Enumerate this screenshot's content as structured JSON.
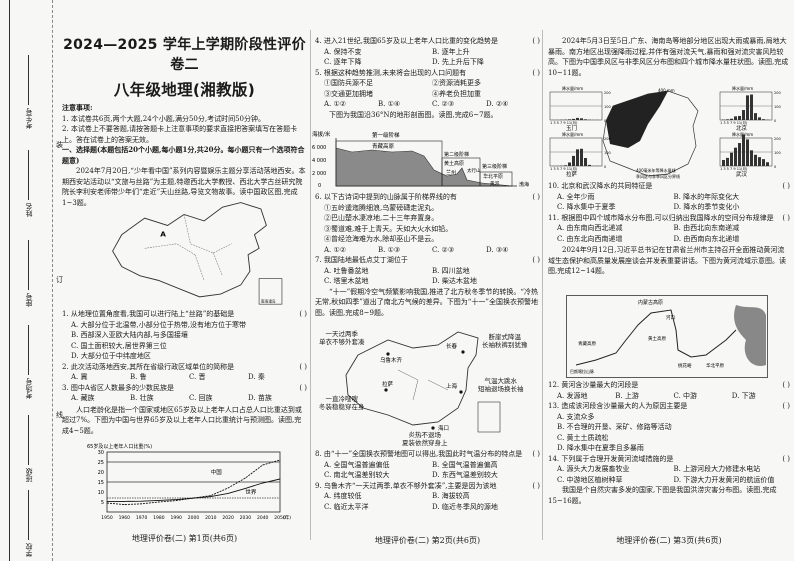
{
  "margin": {
    "fields": [
      "考生号",
      "姓名",
      "座号",
      "考场号",
      "班级",
      "学校"
    ],
    "binding": [
      "装",
      "订",
      "线"
    ]
  },
  "page1": {
    "title": "2024—2025 学年上学期阶段性评价卷二",
    "subtitle": "八年级地理(湘教版)",
    "notice_heading": "注意事项:",
    "notices": [
      "1. 本试卷共6页,两个大题,24个小题,满分50分,考试时间50分钟。",
      "2. 本试卷上不要答题,请按答题卡上注意事项的要求直接把答案填写在答题卡上。答在试卷上的答案无效。"
    ],
    "section": "一、选择题(本题包括20个小题,每小题1分,共20分。每小题只有一个选项符合题意)",
    "passage1": "2024年7月20日,“少年看中国”系列内容暨娱乐主题分享活动落地西安。本期西安站活动以“文旅与丝路”为主题,特邀西北大学教授、西北大学古丝研究院院长李利安老师带少年们“走近”天山丝路,导览文物故事。读中国政区图,完成1~3题。",
    "map_label": "A",
    "inset_label": "南海诸岛",
    "questions": [
      {
        "stem": "1. 从地理位置角度看,我国可以进行陆上“丝路”的基础是",
        "bracket": "(    )",
        "layout": "opts-1",
        "options": [
          "A. 大部分位于北温带,小部分位于热带,没有地方位于寒带",
          "B. 西部深入亚欧大陆内部,与多国接壤",
          "C. 国土面积较大,居世界第三位",
          "D. 大部分位于中纬度地区"
        ]
      },
      {
        "stem": "2. 此次活动落地西安,其所在省级行政区域单位的简称是",
        "bracket": "(    )",
        "layout": "opts-4",
        "options": [
          "A. 冀",
          "B. 鲁",
          "C. 晋",
          "D. 秦"
        ]
      },
      {
        "stem": "3. 图中A省区人数最多的少数民族是",
        "bracket": "(    )",
        "layout": "opts-4",
        "options": [
          "A. 藏族",
          "B. 壮族",
          "C. 回族",
          "D. 苗族"
        ]
      }
    ],
    "passage2": "人口老龄化是指一个国家或地区65岁及以上老年人口占总人口比重达到或超过7%。下图为中国与世界65岁及以上老年人口比重统计与预测图。读图,完成4~5题。",
    "footer": "地理评价卷(二)  第1页(共6页)"
  },
  "chart_data": {
    "type": "line",
    "ylabel": "65岁及以上老年人口比重(%)",
    "xlabel": "(年)",
    "x": [
      1950,
      1960,
      1970,
      1980,
      1990,
      2000,
      2010,
      2020,
      2030,
      2040,
      2050
    ],
    "xlim": [
      1950,
      2050
    ],
    "ylim": [
      0,
      30
    ],
    "yticks": [
      5,
      10,
      15,
      20,
      25,
      30
    ],
    "series": [
      {
        "name": "中国",
        "values": [
          4.5,
          3.7,
          4.1,
          5.0,
          5.7,
          7.0,
          8.2,
          12.0,
          17.0,
          23.5,
          26.0
        ]
      },
      {
        "name": "世界",
        "values": [
          5.2,
          5.3,
          5.4,
          5.8,
          6.2,
          6.9,
          7.7,
          9.3,
          11.8,
          14.5,
          16.5
        ]
      }
    ],
    "reference_lines": [
      7,
      15,
      25
    ]
  },
  "page2": {
    "questions_a": [
      {
        "stem": "4. 进入21世纪,我国65岁及以上老年人口比重的变化趋势是",
        "bracket": "(    )",
        "layout": "opts-2",
        "options": [
          "A. 保持不变",
          "B. 逐年上升",
          "C. 逐年下降",
          "D. 先上升后下降"
        ]
      },
      {
        "stem": "5. 根据这种趋势推测,未来将会出现的人口问题有",
        "bracket": "(    )",
        "layout": "opts-2",
        "options": [
          "①国防兵源不足",
          "②资源消耗更多",
          "③交通更加拥堵",
          "④养老负担加重"
        ]
      }
    ],
    "q5_answers": [
      "A. ①②",
      "B. ①④",
      "C. ②③",
      "D. ②④"
    ],
    "passage1": "下图为我国沿36°N的地形剖面图。读图,完成6~7题。",
    "profile": {
      "yaxis": "海拔/米",
      "yticks": [
        "6 000",
        "4 000",
        "2 000",
        "0"
      ],
      "labels": [
        "第一级阶梯",
        "青藏高原",
        "第二级阶梯",
        "黄土高原",
        "兰州",
        "太行山",
        "第三级阶梯",
        "华北平原",
        "黄河",
        "渤海"
      ]
    },
    "questions_b": [
      {
        "stem": "6. 以下古诗词中提到的山脉属于阶梯界线的有",
        "bracket": "(    )",
        "layout": "opts-1",
        "options": [
          "①五岭逶迤腾细浪,乌蒙磅礴走泥丸。",
          "②巴山楚水凄凉地,二十三年弃置身。",
          "③蜀道难,难于上青天。天如大火水如铅。",
          "④曾经沧海难为水,除却巫山不是云。"
        ]
      }
    ],
    "q6_answers": [
      "A. ①②",
      "B. ①③",
      "C. ②③",
      "D. ③④"
    ],
    "questions_c": [
      {
        "stem": "7. 我国陆地最低点艾丁湖位于",
        "bracket": "(    )",
        "layout": "opts-2",
        "options": [
          "A. 吐鲁番盆地",
          "B. 四川盆地",
          "C. 塔里木盆地",
          "D. 柴达木盆地"
        ]
      }
    ],
    "passage2": "“十一”假期冷空气频繁影响我国,推进了北方秋冬季节的转换。“冷热无常,秋如四季”道出了南北方气候的差异。下图为“十一”全国换衣预警地图。读图,完成8~9题。",
    "map_labels": {
      "urumqi": "乌鲁木齐",
      "urumqi_note": "一天过两季\n单衣不够外套凑",
      "changchun": "长春",
      "changchun_note": "断崖式降温\n长袖秋裤别犹豫",
      "lhasa": "拉萨",
      "lhasa_note": "一直冷嗖嗖\n冬装稳稳穿在身",
      "shanghai": "上海",
      "shanghai_note": "气温大跳水\n短袖退场换长袖",
      "haikou": "海口",
      "haikou_note": "炎热不退场\n夏装依然穿身上"
    },
    "questions_d": [
      {
        "stem": "8. 由“十一”全国换衣预警地图可以得出,我国此时气温分布的特点是",
        "bracket": "(    )",
        "layout": "opts-2",
        "options": [
          "A. 全国气温普遍偏低",
          "B. 全国气温普遍偏高",
          "C. 南北气温差别较大",
          "D. 东西气温差别较大"
        ]
      },
      {
        "stem": "9. 乌鲁木齐“一天过两季,单衣不够外套凑”,主要是因为该地",
        "bracket": "(    )",
        "layout": "opts-2",
        "options": [
          "A. 纬度较低",
          "B. 海拔较高",
          "C. 临近太平洋",
          "D. 临近冬季风的源地"
        ]
      }
    ],
    "footer": "地理评价卷(二)  第2页(共6页)"
  },
  "page3": {
    "passage1": "2024年5月3日至5日,广东、海南岛等地部分地区出现大雨或暴雨,局地大暴雨。南方地区出现强降雨过程,并伴有强对流天气,暴雨和强对流灾害风险较高。下图为中国季风区与非季风区分布图和四个城市降水量柱状图。读图,完成10~11题。",
    "rain": {
      "ylabel": "降水量/mm",
      "yticks": [
        "200",
        "100",
        "0"
      ],
      "months": "1 3 5 7 9 11(月)",
      "cities": [
        {
          "name": "玉门",
          "values": [
            1,
            1,
            2,
            3,
            5,
            8,
            15,
            12,
            5,
            2,
            1,
            1
          ]
        },
        {
          "name": "北京",
          "values": [
            3,
            5,
            9,
            26,
            29,
            71,
            176,
            182,
            49,
            19,
            6,
            2
          ]
        },
        {
          "name": "拉萨",
          "values": [
            1,
            1,
            2,
            5,
            25,
            72,
            119,
            123,
            57,
            8,
            1,
            1
          ]
        },
        {
          "name": "武汉",
          "values": [
            43,
            58,
            95,
            131,
            164,
            225,
            190,
            112,
            80,
            63,
            49,
            27
          ]
        }
      ],
      "legend": [
        "400毫米年等降水量线",
        "季风区与非季风区分界线"
      ],
      "isohyet": "400 mm"
    },
    "questions_a": [
      {
        "stem": "10. 北京和武汉降水的共同特征是",
        "bracket": "(    )",
        "layout": "opts-2",
        "options": [
          "A. 全年少雨",
          "B. 降水的年际变化大",
          "C. 降水集中于夏季",
          "D. 降水的季节变化小"
        ]
      },
      {
        "stem": "11. 根据图中四个城市降水分布图,可以归纳出我国降水的空间分布规律是",
        "bracket": "(    )",
        "layout": "opts-2",
        "options": [
          "A. 由东南向西北递减",
          "B. 由西北向东南递减",
          "C. 由东北向西南递增",
          "D. 由西南向东北递增"
        ]
      }
    ],
    "passage2": "2024年9月12日,习近平总书记在甘肃省兰州市主持召开全面推动黄河流域生态保护和高质量发展座谈会并发表重要讲话。下图为黄河流域示意图。读图,完成12~14题。",
    "river_labels": [
      "内蒙古高原",
      "河口",
      "青藏高原",
      "巴颜喀拉山脉",
      "桃花峪",
      "华北平原",
      "黄土高原"
    ],
    "questions_b": [
      {
        "stem": "12. 黄河含沙量最大的河段是",
        "bracket": "(    )",
        "layout": "opts-4",
        "options": [
          "A. 发源地",
          "B. 上游",
          "C. 中游",
          "D. 下游"
        ]
      },
      {
        "stem": "13. 造成该河段含沙量最大的人为原因主要是",
        "bracket": "(    )",
        "layout": "opts-1",
        "options": [
          "A. 支流众多",
          "B. 不合理的开垦、采矿、修路等活动",
          "C. 黄土土质疏松",
          "D. 降水集中在夏季且多暴雨"
        ]
      },
      {
        "stem": "14. 下列属于合理开发黄河流域措施的是",
        "bracket": "(    )",
        "layout": "opts-2",
        "options": [
          "A. 源头大力发展畜牧业",
          "B. 上游河段大力修建水电站",
          "C. 中游地区植树种草",
          "D. 下游大力开发黄河的航运价值"
        ]
      }
    ],
    "passage3": "我国是个自然灾害多发的国家,下图是我国洪涝灾害分布图。读图,完成15~16题。",
    "footer": "地理评价卷(二)  第3页(共6页)"
  }
}
